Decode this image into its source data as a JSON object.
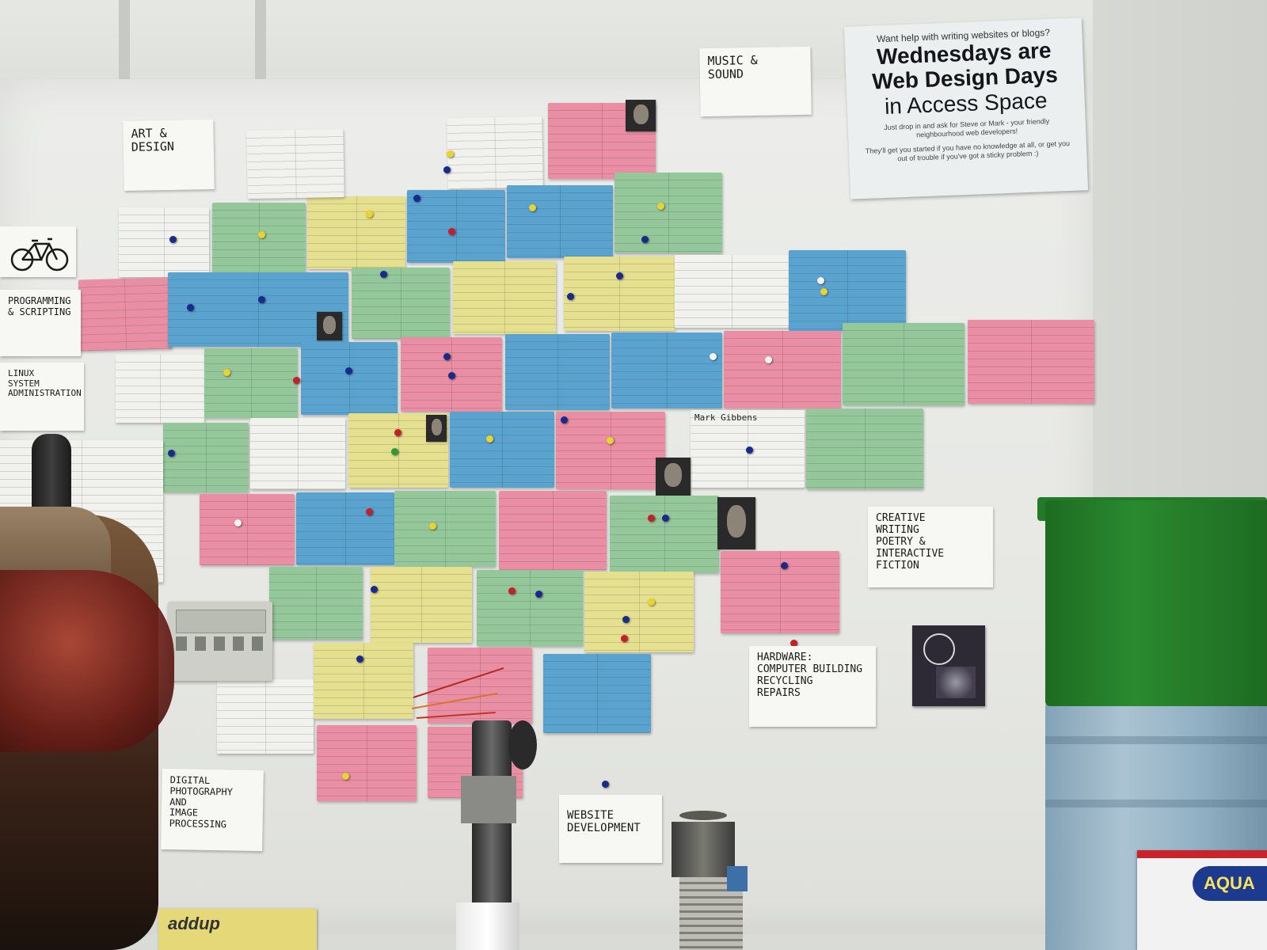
{
  "scene": "notice board",
  "category_labels": [
    {
      "lines": [
        "ART &",
        "DESIGN"
      ]
    },
    {
      "lines": [
        "MUSIC &",
        "SOUND"
      ]
    },
    {
      "lines": [
        "PROGRAMMING",
        "& SCRIPTING"
      ]
    },
    {
      "lines": [
        "LINUX",
        "SYSTEM",
        "ADMINISTRATION"
      ]
    },
    {
      "lines": [
        "CREATIVE",
        "WRITING",
        "POETRY &",
        "INTERACTIVE",
        "FICTION"
      ]
    },
    {
      "lines": [
        "HARDWARE:",
        "COMPUTER BUILDING",
        "RECYCLING",
        "REPAIRS"
      ]
    },
    {
      "lines": [
        "DIGITAL",
        "PHOTOGRAPHY",
        "AND",
        "IMAGE",
        "PROCESSING"
      ]
    },
    {
      "lines": [
        "WEBSITE",
        "DEVELOPMENT"
      ]
    }
  ],
  "poster": {
    "lead": "Want help with writing websites or blogs?",
    "line1": "Wednesdays are",
    "line2": "Web Design Days",
    "line3": "in Access Space",
    "small1": "Just drop in and ask for Steve or Mark - your friendly neighbourhood web developers!",
    "small2": "They'll get you started if you have no knowledge at all, or get you out of trouble if you've got a sticky problem :)"
  },
  "card_name": "Mark Gibbens",
  "badge_text": "addup",
  "flyer_logo": "AQUA"
}
